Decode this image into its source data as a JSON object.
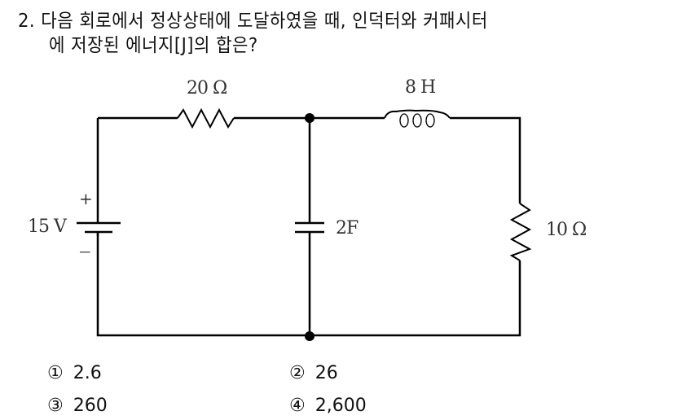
{
  "question": {
    "number": "2.",
    "line1": "다음 회로에서 정상상태에 도달하였을 때, 인덕터와 커패시터",
    "line2": "에 저장된 에너지[J]의 합은?"
  },
  "circuit": {
    "source": {
      "label": "15 V",
      "plus": "+",
      "minus": "−"
    },
    "resistor_series": {
      "label": "20 Ω"
    },
    "inductor": {
      "label": "8 H"
    },
    "capacitor": {
      "label": "2F"
    },
    "resistor_load": {
      "label": "10 Ω"
    }
  },
  "options": [
    {
      "marker": "①",
      "value": "2.6"
    },
    {
      "marker": "②",
      "value": "26"
    },
    {
      "marker": "③",
      "value": "260"
    },
    {
      "marker": "④",
      "value": "2,600"
    }
  ]
}
